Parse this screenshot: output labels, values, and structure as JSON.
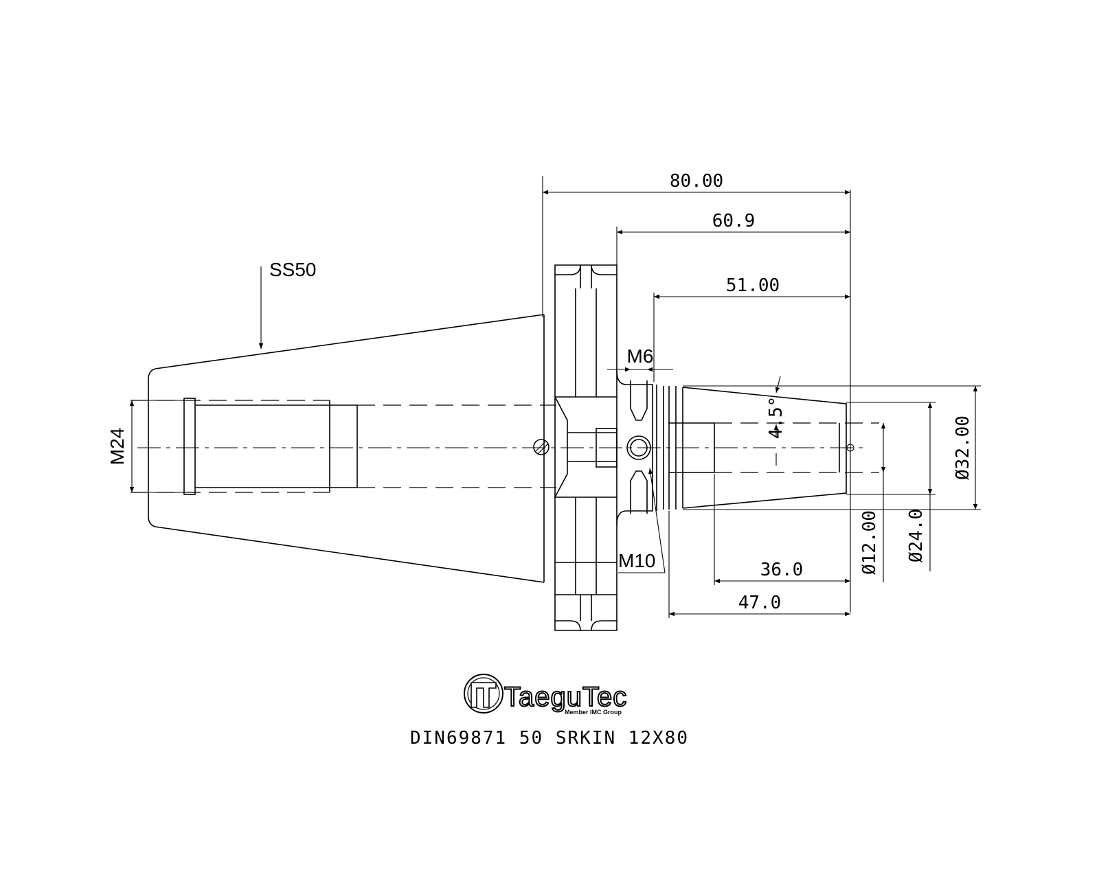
{
  "drawing": {
    "dimensions": {
      "overall_length": "80.00",
      "length_a": "60.9",
      "length_b": "51.00",
      "length_c": "36.0",
      "length_d": "47.0",
      "dia_outer": "Ø32.00",
      "dia_mid": "Ø24.0",
      "dia_bore": "Ø12.00",
      "angle": "4.5°"
    },
    "labels": {
      "taper": "SS50",
      "thread_rear": "M24",
      "thread_small": "M6",
      "thread_side": "M10"
    }
  },
  "logo": {
    "brand": "TaeguTec",
    "tagline": "Member IMC Group"
  },
  "caption": "DIN69871 50 SRKIN 12X80"
}
